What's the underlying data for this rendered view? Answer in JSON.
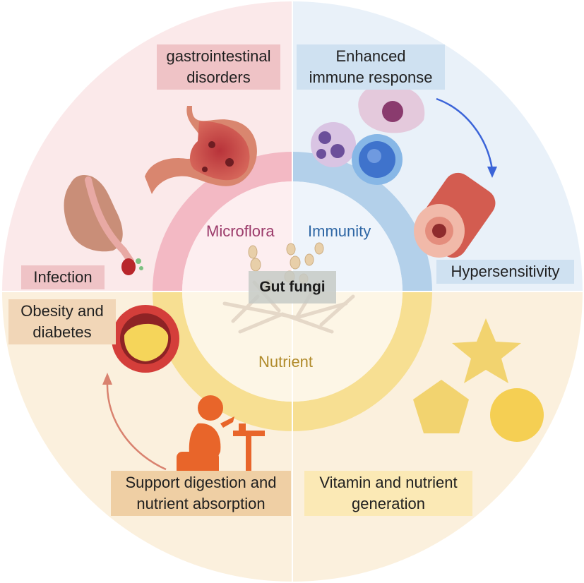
{
  "center": {
    "title": "Gut fungi"
  },
  "sectors": {
    "microflora": "Microflora",
    "immunity": "Immunity",
    "nutrient": "Nutrient"
  },
  "labels": {
    "gastro": [
      "gastrointestinal",
      "disorders"
    ],
    "immune": [
      "Enhanced",
      "immune response"
    ],
    "hypersensitivity": "Hypersensitivity",
    "infection": "Infection",
    "obesity": [
      "Obesity and",
      "diabetes"
    ],
    "digestion": [
      "Support digestion and",
      "nutrient absorption"
    ],
    "vitamin": [
      "Vitamin and nutrient",
      "generation"
    ]
  },
  "colors": {
    "microflora_bg": "#fbe9ea",
    "immunity_bg": "#e9f1f9",
    "nutrient_bg": "#fbf0dd",
    "microflora_ring": "#f3b9c4",
    "immunity_ring": "#b3d0ea",
    "nutrient_ring": "#f7df92",
    "microflora_text": "#9b3a6a",
    "immunity_text": "#2f67a5",
    "nutrient_text": "#b08a2a"
  }
}
